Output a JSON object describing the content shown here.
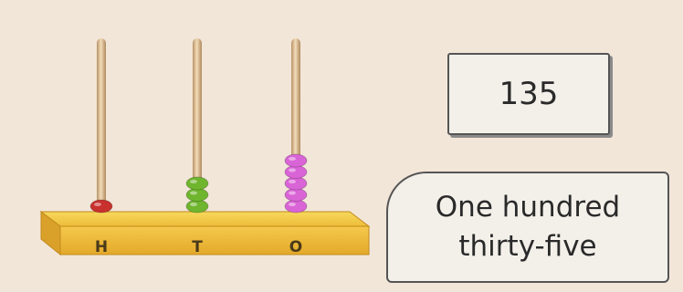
{
  "abacus": {
    "columns": [
      {
        "label": "H",
        "beads": 1,
        "bead_color": "#c8312e"
      },
      {
        "label": "T",
        "beads": 3,
        "bead_color": "#6fb52e"
      },
      {
        "label": "O",
        "beads": 5,
        "bead_color": "#d964d6"
      }
    ],
    "rod_color": "#e7c79c",
    "base_color": "#f2c744"
  },
  "number_box": {
    "value": "135"
  },
  "word_box": {
    "line1": "One hundred",
    "line2": "thirty-five"
  }
}
